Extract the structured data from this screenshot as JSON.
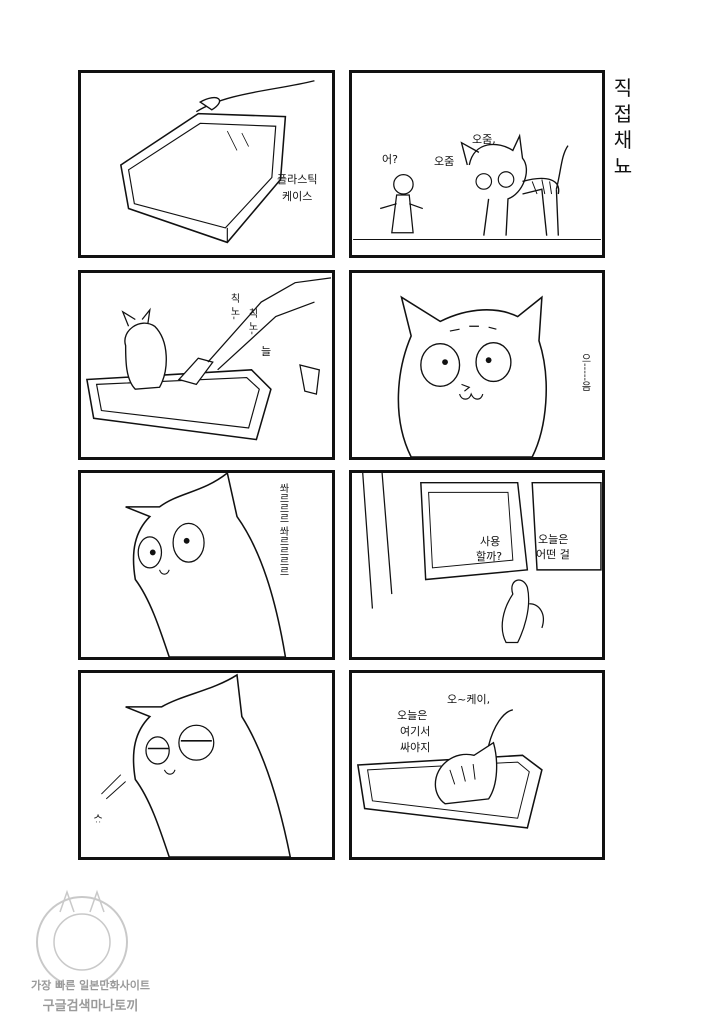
{
  "title": {
    "chars": [
      "직",
      "접",
      "채",
      "뇨"
    ]
  },
  "panels": {
    "p1": {
      "label_line1": "플라스틱",
      "label_line2": "케이스"
    },
    "p2": {
      "speech_a": "어?",
      "speech_b": "오줌",
      "speech_c": "오줌,"
    },
    "p3": {
      "sfx_a": "칙 노-",
      "sfx_b": "칙 노-",
      "sfx_c": "늘"
    },
    "p4": {
      "speech": "으-----음"
    },
    "p5": {
      "sfx": "쏴르르르 쏴르르르르"
    },
    "p6": {
      "speech_a_1": "사용",
      "speech_a_2": "할까?",
      "speech_b_1": "오늘은",
      "speech_b_2": "어떤 걸"
    },
    "p7": {
      "sfx": "ᄉᆢ"
    },
    "p8": {
      "speech_a": "오~케이,",
      "speech_b_1": "오늘은",
      "speech_b_2": "여기서",
      "speech_b_3": "싸야지"
    }
  },
  "watermark": {
    "line1": "가장 빠른 일본만화사이트",
    "line2": "구글검색마나토끼"
  },
  "colors": {
    "ink": "#111111",
    "paper": "#ffffff",
    "watermark": "#9a9a9a"
  }
}
